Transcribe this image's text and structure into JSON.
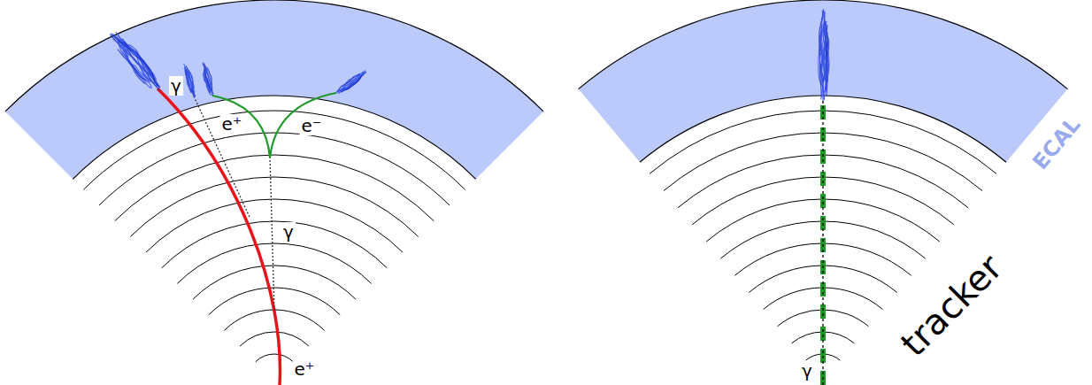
{
  "diagram": {
    "labels": [
      "γ",
      "e⁺",
      "e⁻",
      "γ",
      "e⁺",
      "γ",
      "tracker",
      "ECAL"
    ]
  }
}
